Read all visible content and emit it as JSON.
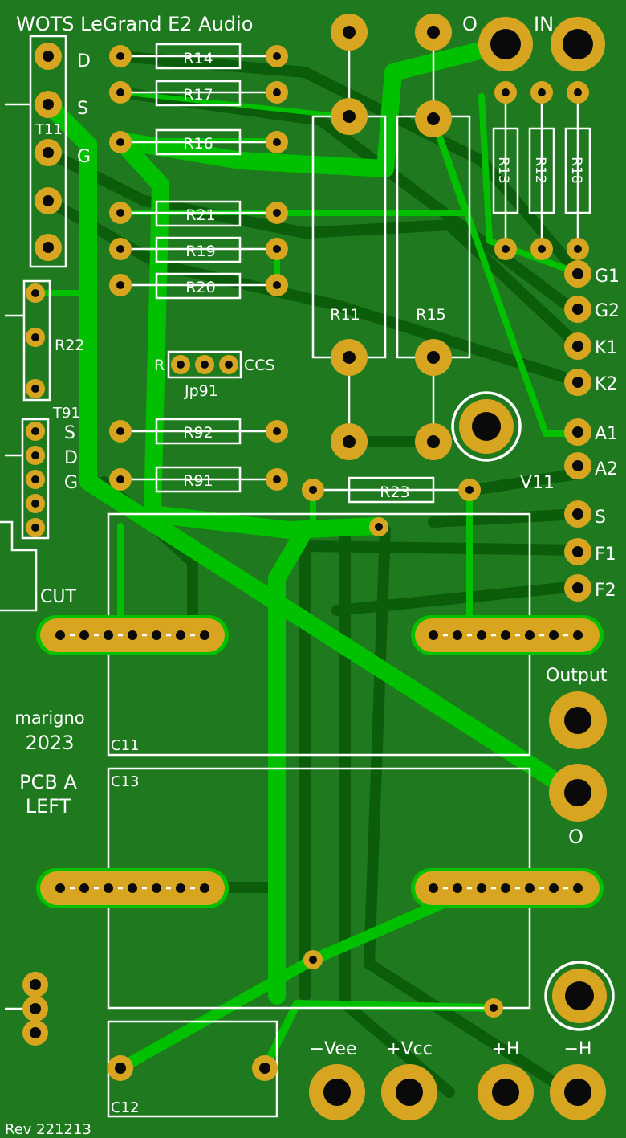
{
  "board": {
    "title": "WOTS LeGrand E2 Audio",
    "author": "marigno",
    "year": "2023",
    "pcb_label_1": "PCB A",
    "pcb_label_2": "LEFT",
    "revision": "Rev 221213",
    "cut_label": "CUT",
    "colors": {
      "substrate": "#1f7a1f",
      "trace_bright": "#00c000",
      "trace_dark": "#0b5d0b",
      "pad": "#d8a520",
      "silkscreen": "#ffffff"
    }
  },
  "transistors": {
    "t11": {
      "name": "T11",
      "pins": [
        "D",
        "S",
        "G"
      ]
    },
    "t91": {
      "name": "T91",
      "pins": [
        "S",
        "D",
        "G"
      ]
    },
    "v11": {
      "name": "V11"
    }
  },
  "resistors": {
    "r14": "R14",
    "r17": "R17",
    "r16": "R16",
    "r21": "R21",
    "r19": "R19",
    "r20": "R20",
    "r22": "R22",
    "r92": "R92",
    "r91": "R91",
    "r23": "R23",
    "r11": "R11",
    "r15": "R15",
    "r13": "R13",
    "r12": "R12",
    "r18": "R18"
  },
  "jumper": {
    "name": "Jp91",
    "left": "R",
    "right": "CCS"
  },
  "capacitors": {
    "c11": "C11",
    "c13": "C13",
    "c12": "C12"
  },
  "connectors": {
    "top_o": "O",
    "top_in": "IN",
    "right": [
      "G1",
      "G2",
      "K1",
      "K2",
      "A1",
      "A2"
    ],
    "filament": [
      "S",
      "F1",
      "F2"
    ],
    "output": "Output",
    "output_o": "O",
    "power": [
      "−Vee",
      "+Vcc",
      "+H",
      "−H"
    ]
  }
}
